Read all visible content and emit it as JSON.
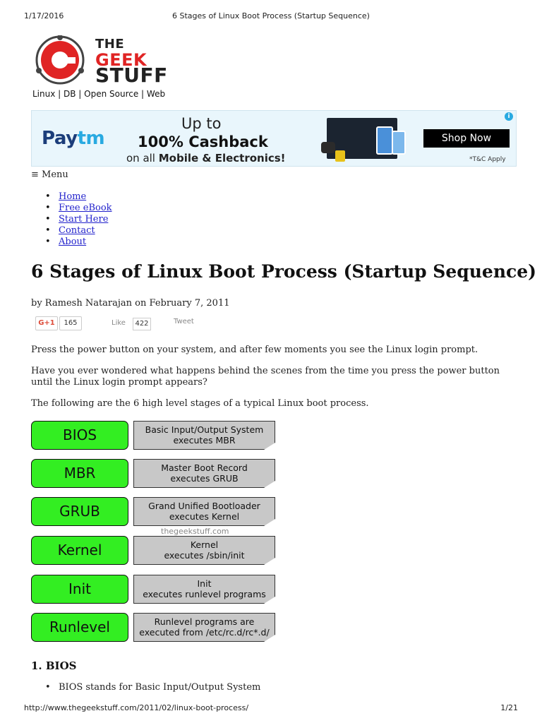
{
  "pdf_header": {
    "date": "1/17/2016",
    "title": "6 Stages of Linux Boot Process (Startup Sequence)"
  },
  "logo": {
    "line1": "THE",
    "line2": "GEEK",
    "line3": "STUFF",
    "tagline": "Linux | DB | Open Source | Web"
  },
  "ad": {
    "brand_a": "Pay",
    "brand_b": "tm",
    "line1": "Up to",
    "line2": "100% Cashback",
    "line3_a": "on all ",
    "line3_b": "Mobile & Electronics!",
    "cta": "Shop Now",
    "terms": "*T&C Apply",
    "info": "i"
  },
  "menu": {
    "label": "≡ Menu",
    "items": [
      "Home",
      "Free eBook",
      "Start Here",
      "Contact",
      "About"
    ]
  },
  "article": {
    "title": "6 Stages of Linux Boot Process (Startup Sequence)",
    "byline": "by Ramesh Natarajan on February 7, 2011",
    "social": {
      "gplus": "G+1",
      "gplus_count": "165",
      "like": "Like",
      "like_count": "422",
      "tweet": "Tweet"
    },
    "para1": "Press the power button on your system, and after few moments you see the Linux login prompt.",
    "para2": "Have you ever wondered what happens behind the scenes from the time you press the power button until the Linux login prompt appears?",
    "para3": "The following are the 6 high level stages of a typical Linux boot process."
  },
  "stages": [
    {
      "name": "BIOS",
      "desc1": "Basic Input/Output System",
      "desc2": "executes MBR"
    },
    {
      "name": "MBR",
      "desc1": "Master Boot Record",
      "desc2": "executes GRUB"
    },
    {
      "name": "GRUB",
      "desc1": "Grand Unified Bootloader",
      "desc2": "executes Kernel"
    },
    {
      "name": "Kernel",
      "desc1": "Kernel",
      "desc2": "executes /sbin/init"
    },
    {
      "name": "Init",
      "desc1": "Init",
      "desc2": "executes runlevel programs"
    },
    {
      "name": "Runlevel",
      "desc1": "Runlevel programs are",
      "desc2": "executed from /etc/rc.d/rc*.d/"
    }
  ],
  "diagram_watermark": "thegeekstuff.com",
  "section": {
    "heading": "1. BIOS",
    "bullet1": "BIOS stands for Basic Input/Output System"
  },
  "pdf_footer": {
    "url": "http://www.thegeekstuff.com/2011/02/linux-boot-process/",
    "page": "1/21"
  },
  "colors": {
    "stage_green": "#33ee22",
    "stage_grey": "#c8c8c8",
    "logo_red": "#e02424",
    "link": "#2222cc"
  }
}
